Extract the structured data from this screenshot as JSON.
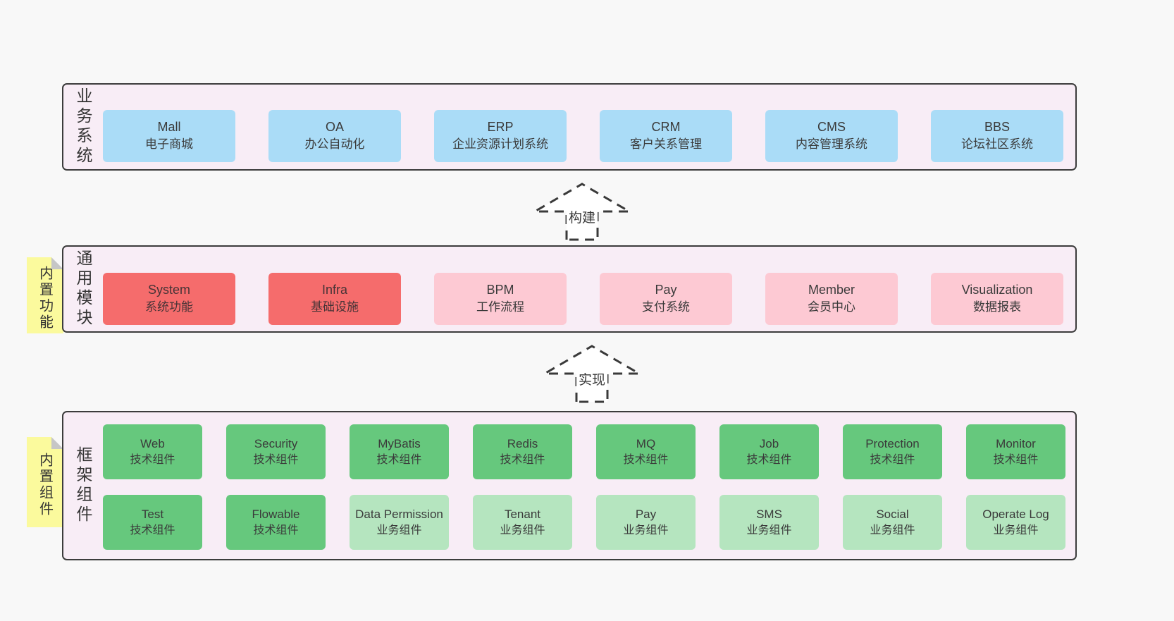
{
  "layers": [
    {
      "label": "业务系统",
      "boxes": [
        {
          "name": "Mall",
          "subtitle": "电子商城"
        },
        {
          "name": "OA",
          "subtitle": "办公自动化"
        },
        {
          "name": "ERP",
          "subtitle": "企业资源计划系统"
        },
        {
          "name": "CRM",
          "subtitle": "客户关系管理"
        },
        {
          "name": "CMS",
          "subtitle": "内容管理系统"
        },
        {
          "name": "BBS",
          "subtitle": "论坛社区系统"
        }
      ]
    },
    {
      "label": "通用模块",
      "note": "内置功能",
      "boxes": [
        {
          "name": "System",
          "subtitle": "系统功能",
          "variant": "red"
        },
        {
          "name": "Infra",
          "subtitle": "基础设施",
          "variant": "red"
        },
        {
          "name": "BPM",
          "subtitle": "工作流程",
          "variant": "pink"
        },
        {
          "name": "Pay",
          "subtitle": "支付系统",
          "variant": "pink"
        },
        {
          "name": "Member",
          "subtitle": "会员中心",
          "variant": "pink"
        },
        {
          "name": "Visualization",
          "subtitle": "数据报表",
          "variant": "pink"
        }
      ]
    },
    {
      "label": "框架组件",
      "note": "内置组件",
      "rows": [
        [
          {
            "name": "Web",
            "subtitle": "技术组件",
            "variant": "green-dark"
          },
          {
            "name": "Security",
            "subtitle": "技术组件",
            "variant": "green-dark"
          },
          {
            "name": "MyBatis",
            "subtitle": "技术组件",
            "variant": "green-dark"
          },
          {
            "name": "Redis",
            "subtitle": "技术组件",
            "variant": "green-dark"
          },
          {
            "name": "MQ",
            "subtitle": "技术组件",
            "variant": "green-dark"
          },
          {
            "name": "Job",
            "subtitle": "技术组件",
            "variant": "green-dark"
          },
          {
            "name": "Protection",
            "subtitle": "技术组件",
            "variant": "green-dark"
          },
          {
            "name": "Monitor",
            "subtitle": "技术组件",
            "variant": "green-dark"
          }
        ],
        [
          {
            "name": "Test",
            "subtitle": "技术组件",
            "variant": "green-dark"
          },
          {
            "name": "Flowable",
            "subtitle": "技术组件",
            "variant": "green-dark"
          },
          {
            "name": "Data Permission",
            "subtitle": "业务组件",
            "variant": "green-light"
          },
          {
            "name": "Tenant",
            "subtitle": "业务组件",
            "variant": "green-light"
          },
          {
            "name": "Pay",
            "subtitle": "业务组件",
            "variant": "green-light"
          },
          {
            "name": "SMS",
            "subtitle": "业务组件",
            "variant": "green-light"
          },
          {
            "name": "Social",
            "subtitle": "业务组件",
            "variant": "green-light"
          },
          {
            "name": "Operate Log",
            "subtitle": "业务组件",
            "variant": "green-light"
          }
        ]
      ]
    }
  ],
  "arrows": [
    {
      "label": "构建"
    },
    {
      "label": "实现"
    }
  ],
  "colors": {
    "page_bg": "#f8f8f8",
    "panel_bg": "#f8edf6",
    "panel_border": "#3c3c3c",
    "blue_box": "#aadcf7",
    "red_box": "#f56c6c",
    "pink_box": "#fdc9d3",
    "green_dark_box": "#66c87d",
    "green_light_box": "#b5e5bf",
    "note_bg": "#fbfa9d",
    "text": "#3a3a3a"
  }
}
